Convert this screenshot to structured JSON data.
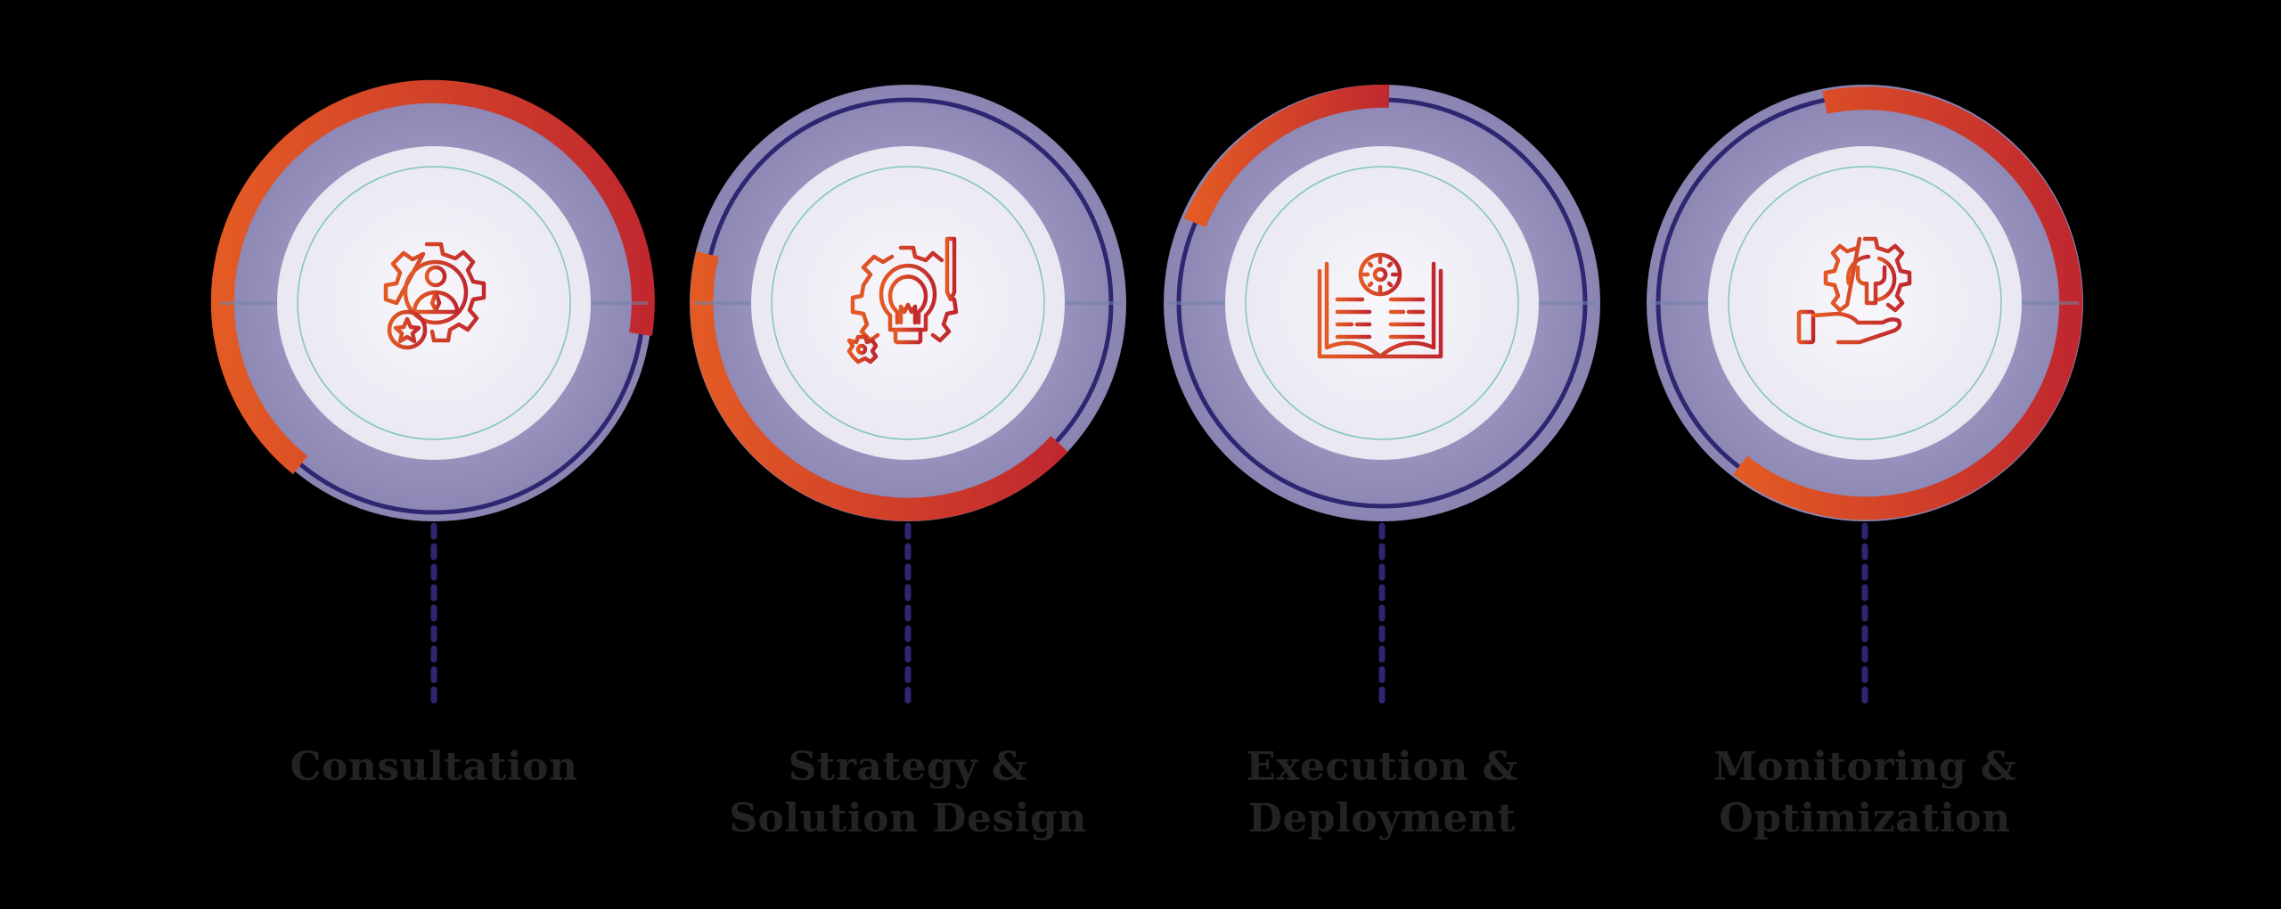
{
  "diagram": {
    "type": "process-timeline",
    "colors": {
      "background": "#000000",
      "arc_start": "#e35a24",
      "arc_end": "#c0282e",
      "ring_navy": "#2e2670",
      "disk_purple": "#8f88b4",
      "inner_disk": "#f3f1f7",
      "inner_ring_teal": "#7fc4c0",
      "timeline_start": "#1a9c9a",
      "timeline_end": "#2e2670",
      "label_text": "#232323"
    },
    "steps": [
      {
        "id": 1,
        "icon": "gear-person-star-icon",
        "label_lines": [
          "Consultation"
        ],
        "label": "Consultation",
        "progress_arc": {
          "from_deg": 225,
          "to_deg": 95
        }
      },
      {
        "id": 2,
        "icon": "lightbulb-gear-pencil-icon",
        "label_lines": [
          "Strategy &",
          "Solution Design"
        ],
        "label": "Strategy & Solution Design",
        "progress_arc": {
          "from_deg": -70,
          "to_deg": 135
        }
      },
      {
        "id": 3,
        "icon": "book-gear-icon",
        "label_lines": [
          "Execution &",
          "Deployment"
        ],
        "label": "Execution & Deployment",
        "progress_arc": {
          "from_deg": -65,
          "to_deg": 0
        }
      },
      {
        "id": 4,
        "icon": "hand-gear-wrench-icon",
        "label_lines": [
          "Monitoring &",
          "Optimization"
        ],
        "label": "Monitoring & Optimization",
        "progress_arc": {
          "from_deg": -10,
          "to_deg": 220
        }
      }
    ]
  }
}
